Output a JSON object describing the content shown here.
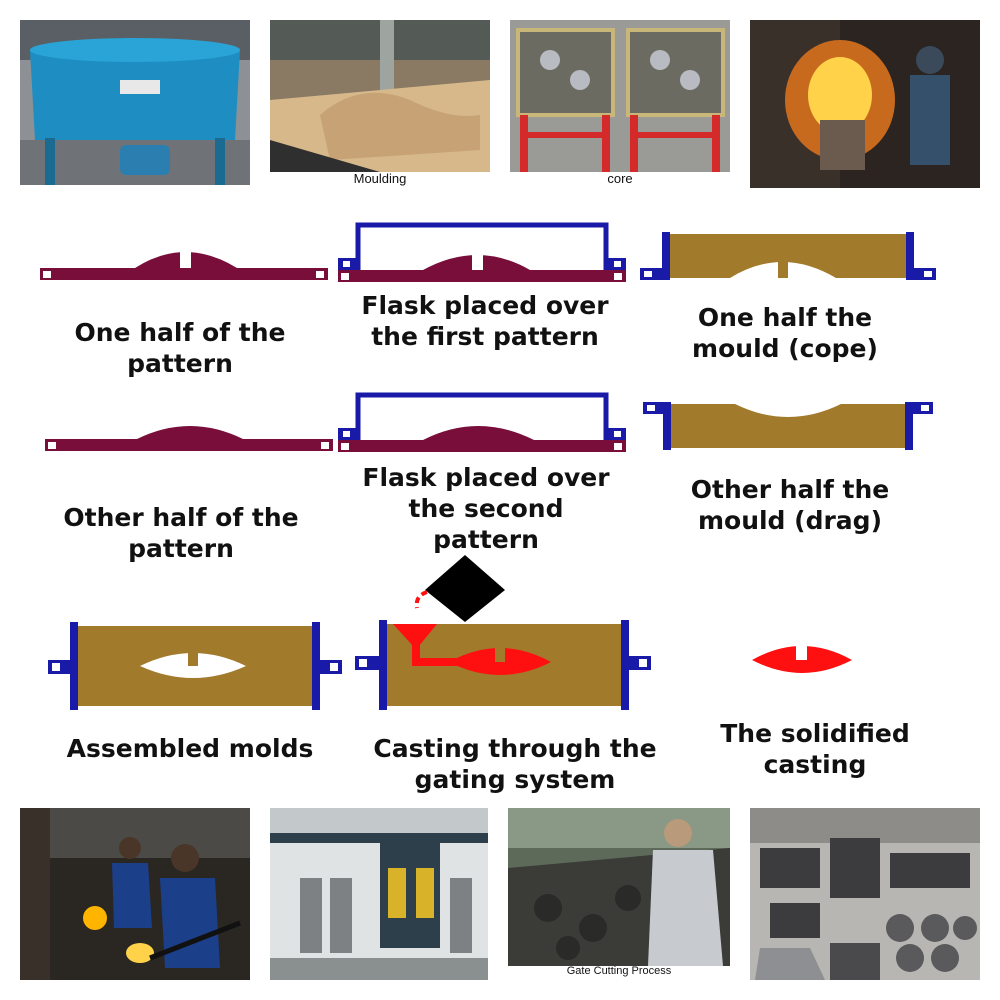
{
  "photos": {
    "top": [
      {
        "id": "mixer",
        "label": ""
      },
      {
        "id": "moulding",
        "label": "Moulding"
      },
      {
        "id": "core",
        "label": "core"
      },
      {
        "id": "melting",
        "label": ""
      }
    ],
    "bottom": [
      {
        "id": "pouring",
        "label": ""
      },
      {
        "id": "shot-blasting",
        "label": ""
      },
      {
        "id": "gate-cutting",
        "label": "Gate Cutting Process"
      },
      {
        "id": "finished-castings",
        "label": ""
      }
    ]
  },
  "steps": {
    "pattern_half_1": "One half of the pattern",
    "flask_first": "Flask placed over the first pattern",
    "mould_cope": "One half  the mould (cope)",
    "pattern_half_2": "Other half of the pattern",
    "flask_second": "Flask placed over the second pattern",
    "mould_drag": "Other half  the mould (drag)",
    "assembled": "Assembled molds",
    "casting": "Casting through the gating system",
    "solidified": "The solidified casting"
  },
  "colors": {
    "pattern": "#7a0e3a",
    "flask": "#1a1aa8",
    "sand": "#a17a2c",
    "molten_metal": "#ff1010",
    "ladle": "#000000"
  }
}
